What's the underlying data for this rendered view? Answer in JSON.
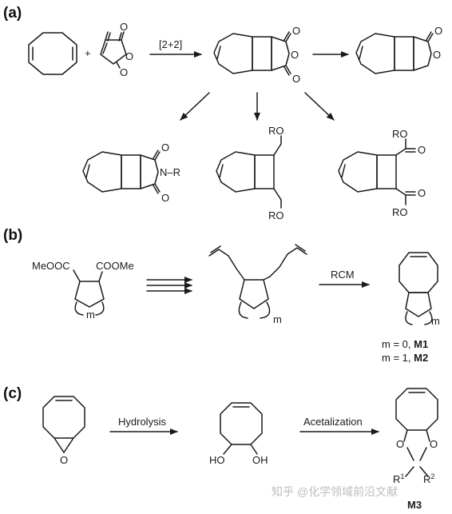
{
  "panels": {
    "a": "(a)",
    "b": "(b)",
    "c": "(c)"
  },
  "panel_a": {
    "plus": "+",
    "reaction_label": "[2+2]",
    "o": "O",
    "n_r": "N–R",
    "ro": "RO",
    "o_ro": "O"
  },
  "panel_b": {
    "ester_left": "MeOOC",
    "ester_right": "COOMe",
    "m": "m",
    "rcm": "RCM",
    "m0_prefix": "m = 0, ",
    "m0_name": "M1",
    "m1_prefix": "m = 1, ",
    "m1_name": "M2"
  },
  "panel_c": {
    "hydrolysis": "Hydrolysis",
    "acetalization": "Acetalization",
    "epoxide_o": "O",
    "ho": "HO",
    "oh": "OH",
    "r1": "R",
    "r1_sup": "1",
    "r2": "R",
    "r2_sup": "2",
    "name": "M3"
  },
  "watermark": "知乎 @化学领域前沿文献"
}
